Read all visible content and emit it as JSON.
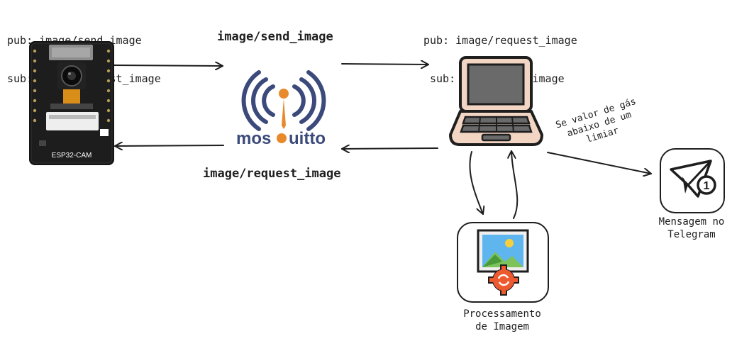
{
  "esp32": {
    "pub": "pub: image/send_image",
    "sub": "sub: image/request_image",
    "board_label": "ESP32-CAM"
  },
  "broker": {
    "logo_text_a": "mos",
    "logo_text_b": "uitto",
    "topic_send": "image/send_image",
    "topic_request": "image/request_image"
  },
  "computer": {
    "pub": "pub: image/request_image",
    "sub": "sub: image/send_image"
  },
  "condition_text": "Se valor de gás\nabaixo de um\nlimiar",
  "telegram_label": "Mensagem no\nTelegram",
  "processing_label": "Processamento\nde Imagem",
  "colors": {
    "stroke": "#1e1e1e",
    "mosquitto_blue": "#3b4a7a",
    "mosquitto_orange": "#e8892b",
    "gear": "#ee5a2f"
  }
}
